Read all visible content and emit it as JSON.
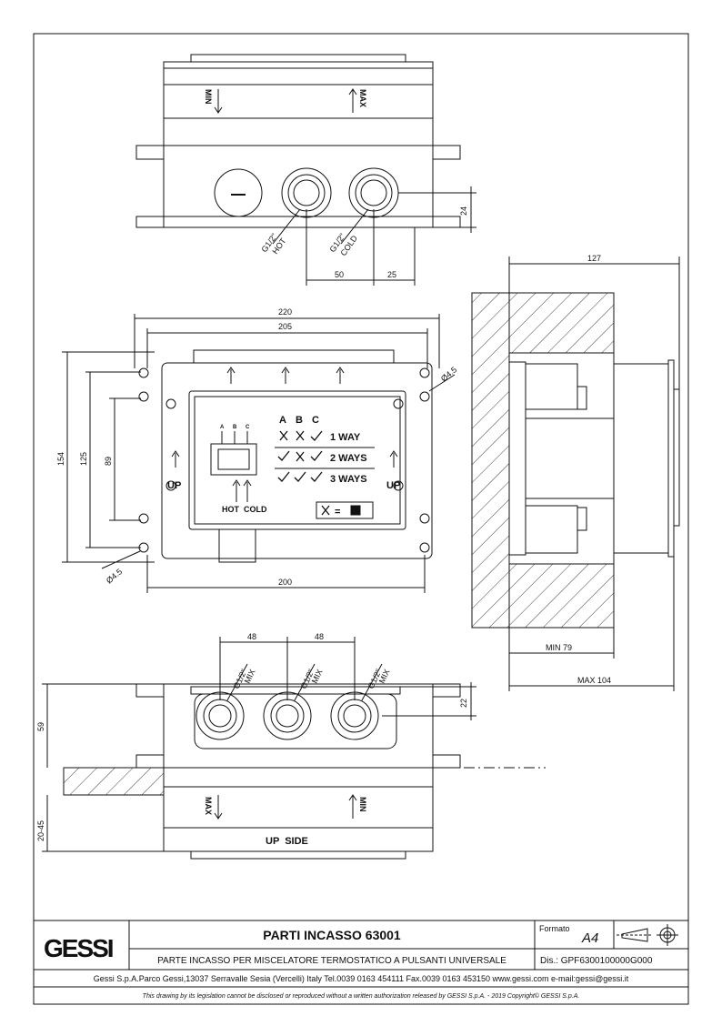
{
  "top_view": {
    "max_label": "MAX",
    "min_label": "MIN",
    "hot_label_1": "G1/2\"",
    "hot_label_2": "HOT",
    "cold_label_1": "G1/2\"",
    "cold_label_2": "COLD",
    "dim_50": "50",
    "dim_25": "25",
    "dim_24": "24"
  },
  "front_view": {
    "dim_220": "220",
    "dim_205": "205",
    "dim_200": "200",
    "dim_154": "154",
    "dim_125": "125",
    "dim_89": "89",
    "dia_top": "Ø4.5",
    "dia_bottom": "Ø4.5",
    "up_left": "UP",
    "up_right": "UP",
    "hot": "HOT",
    "cold": "COLD",
    "col_a": "A",
    "col_b": "B",
    "col_c": "C",
    "way1": "1 WAY",
    "way2": "2 WAYS",
    "way3": "3 WAYS",
    "legend_eq": "=",
    "mini_a": "A",
    "mini_b": "B",
    "mini_c": "C"
  },
  "side_view": {
    "dim_127": "127",
    "dim_min": "MIN 79",
    "dim_max": "MAX 104"
  },
  "bottom_view": {
    "dim_48a": "48",
    "dim_48b": "48",
    "mix1_a": "G1/2\"",
    "mix1_b": "MIX",
    "mix2_a": "G1/2\"",
    "mix2_b": "MIX",
    "mix3_a": "G1/2\"",
    "mix3_b": "MIX",
    "dim_22": "22",
    "dim_59": "59",
    "dim_2045": "20-45",
    "max_label": "MAX",
    "min_label": "MIN",
    "up_side": "UP  SIDE"
  },
  "title_block": {
    "logo": "GESSI",
    "title": "PARTI INCASSO 63001",
    "subtitle": "PARTE INCASSO PER MISCELATORE TERMOSTATICO A PULSANTI UNIVERSALE",
    "formato_label": "Formato",
    "formato_value": "A4",
    "dis": "Dis.: GPF6300100000G000",
    "address": "Gessi S.p.A.Parco Gessi,13037 Serravalle Sesia (Vercelli) Italy Tel.0039 0163 454111 Fax.0039 0163 453150 www.gessi.com e-mail:gessi@gessi.it",
    "legal": "This drawing by its legislation cannot be disclosed or reproduced without a written authorization released by GESSI S.p.A. - 2019 Copyright© GESSI S.p.A."
  }
}
